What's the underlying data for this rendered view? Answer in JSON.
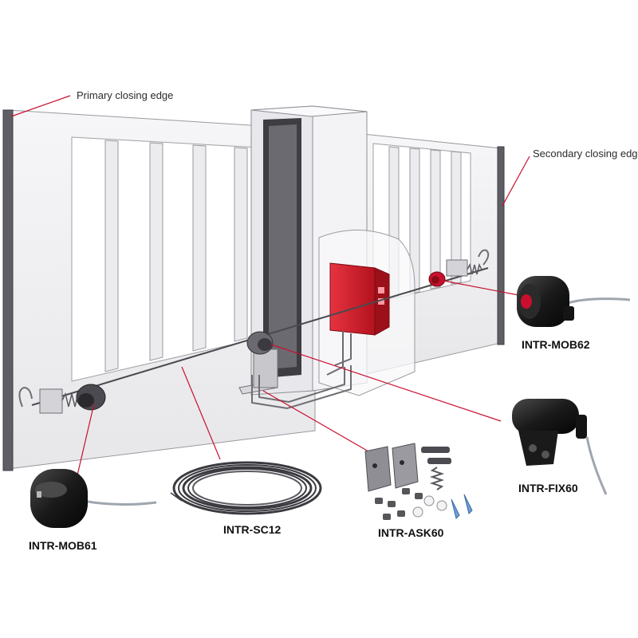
{
  "labels": {
    "primary_edge": "Primary closing edge",
    "secondary_edge": "Secondary closing edge",
    "mob62": "INTR-MOB62",
    "mob61": "INTR-MOB61",
    "sc12": "INTR-SC12",
    "ask60": "INTR-ASK60",
    "fix60": "INTR-FIX60"
  },
  "colors": {
    "callout_line": "#c8102e",
    "gate_panel": "#f1f1f3",
    "gate_outline": "#8a8a90",
    "edge_profile": "#5a5a60",
    "control_box": "#d8232f",
    "sensor_body": "#1c1c1c"
  }
}
